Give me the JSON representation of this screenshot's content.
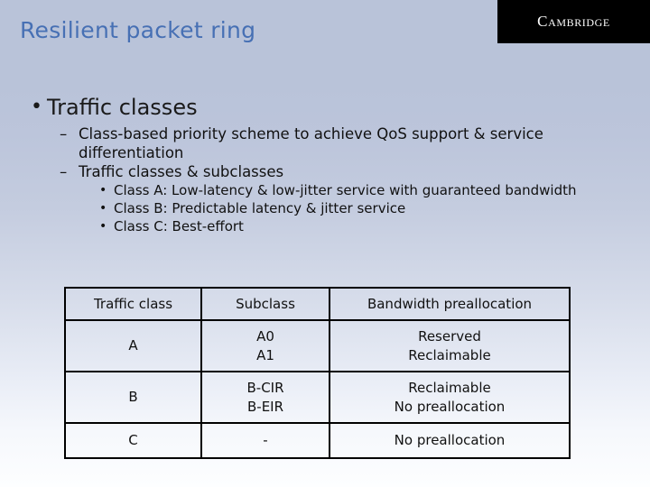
{
  "slide": {
    "title": "Resilient packet ring",
    "logo": "Cambridge"
  },
  "bullets": {
    "level1": "Traffic classes",
    "level1_marker": "•",
    "level2_marker": "–",
    "level3_marker": "•",
    "level2": [
      "Class-based priority scheme to achieve QoS support & service differentiation",
      "Traffic classes & subclasses"
    ],
    "level3": [
      "Class A: Low-latency & low-jitter service with guaranteed bandwidth",
      "Class B: Predictable latency & jitter service",
      "Class C: Best-effort"
    ]
  },
  "table": {
    "headers": [
      "Traffic class",
      "Subclass",
      "Bandwidth preallocation"
    ],
    "rows": [
      {
        "traffic_class": "A",
        "subclass_line1": "A0",
        "subclass_line2": "A1",
        "bandwidth_line1": "Reserved",
        "bandwidth_line2": "Reclaimable"
      },
      {
        "traffic_class": "B",
        "subclass_line1": "B-CIR",
        "subclass_line2": "B-EIR",
        "bandwidth_line1": "Reclaimable",
        "bandwidth_line2": "No preallocation"
      },
      {
        "traffic_class": "C",
        "subclass_line1": "-",
        "subclass_line2": "",
        "bandwidth_line1": "No preallocation",
        "bandwidth_line2": ""
      }
    ]
  },
  "colors": {
    "title": "#4770b4",
    "background_top": "#b9c3d9",
    "background_bottom": "#fdfeff",
    "logo_background": "#000000",
    "logo_text": "#ffffff",
    "body_text": "#111111",
    "table_border": "#000000"
  }
}
